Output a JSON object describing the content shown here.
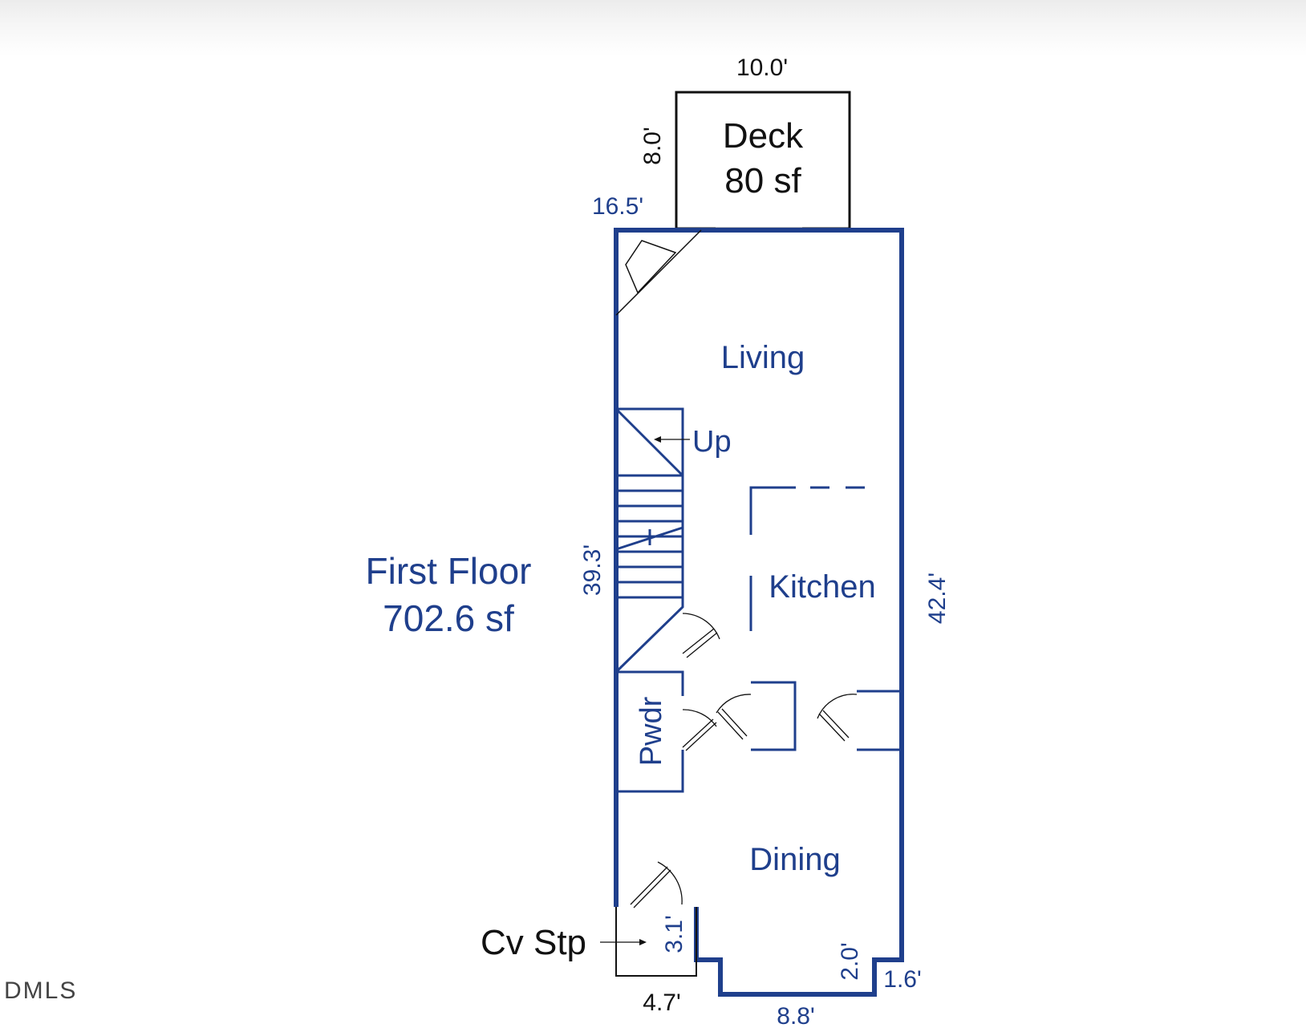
{
  "floor": {
    "name": "First Floor",
    "area": "702.6 sf"
  },
  "deck": {
    "name": "Deck",
    "area": "80 sf",
    "width": "10.0'",
    "depth": "8.0'"
  },
  "rooms": {
    "living": "Living",
    "stairs_up": "Up",
    "kitchen": "Kitchen",
    "powder": "Pwdr",
    "dining": "Dining",
    "covered_step": "Cv Stp"
  },
  "dimensions": {
    "top_left": "16.5'",
    "left_side": "39.3'",
    "right_side": "42.4'",
    "step_depth": "3.1'",
    "step_width": "4.7'",
    "bump_width": "8.8'",
    "bump_depth": "2.0'",
    "bump_offset": "1.6'"
  },
  "watermark": "DMLS",
  "colors": {
    "plan": "#1f3f8c",
    "deck": "#111111"
  }
}
